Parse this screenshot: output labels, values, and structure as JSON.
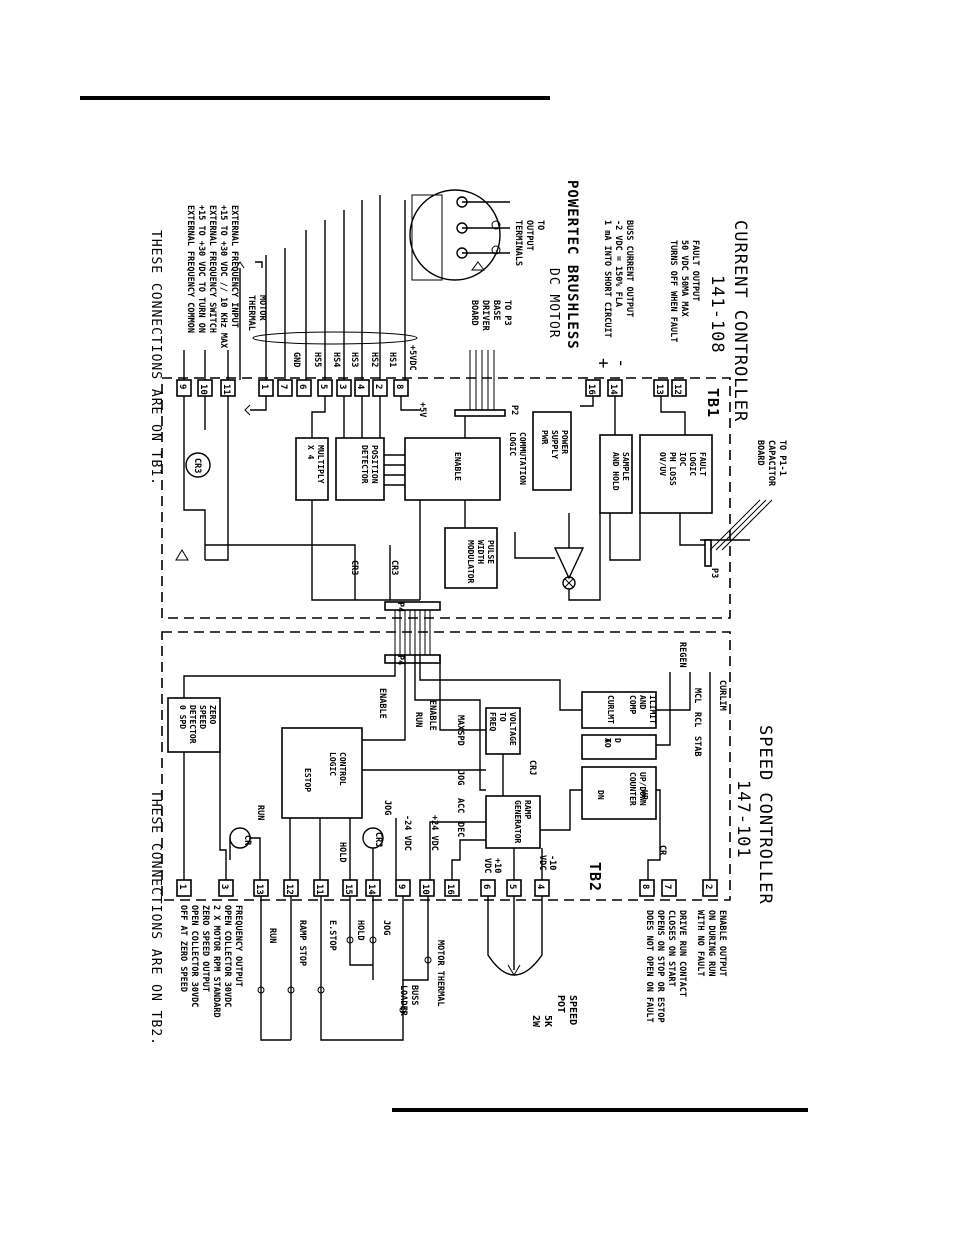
{
  "diagram": {
    "current_controller": {
      "title": "CURRENT CONTROLLER",
      "model": "141-108",
      "terminal_block": "TB1",
      "footer_note": "THESE CONNECTIONS ARE ON TB1.",
      "blocks": {
        "fault_logic": [
          "FAULT",
          "LOGIC",
          "IOC",
          "PH LOSS",
          "OV/UV"
        ],
        "sample_hold": [
          "SAMPLE",
          "AND HOLD"
        ],
        "power_supply": [
          "POWER",
          "SUPPLY",
          "PWR"
        ],
        "commutation": [
          "COMMUTATION",
          "LOGIC"
        ],
        "enable": "ENABLE",
        "pwm": [
          "PULSE",
          "WIDTH",
          "MODULATOR"
        ],
        "position": [
          "POSITION",
          "DETECTOR"
        ],
        "multiply": [
          "MULTIPLY",
          "X 4"
        ]
      },
      "external_labels": {
        "fault_output": [
          "FAULT OUTPUT",
          "50 VDC 50MA MAX",
          "TURNS OFF WHEN FAULT"
        ],
        "buss_current": [
          "BUSS CURRENT OUTPUT",
          "-2 VDC = 150% FLA",
          "1 mA INTO SHORT CIRCUIT"
        ],
        "to_output": [
          "TO",
          "OUTPUT",
          "TERMINALS"
        ],
        "motor_name": [
          "POWERTEC BRUSHLESS",
          "DC MOTOR"
        ],
        "to_p3": [
          "TO P3",
          "BASE",
          "DRIVER",
          "BOARD"
        ],
        "to_p1": [
          "TO P1-1",
          "CAPACITOR",
          "BOARD"
        ],
        "motor_thermal": [
          "MOTOR",
          "THERMAL"
        ],
        "ext_freq": [
          "EXTERNAL FREQUENCY INPUT",
          "+15 TO +30 VDC // 10 KHz MAX",
          "EXTERNAL FREQUENCY SWITCH",
          "+15 TO +30 VDC TO TURN ON",
          "EXTERNAL FREQUENCY COMMON"
        ]
      },
      "signals": [
        "+5VDC",
        "HS1",
        "HS2",
        "HS3",
        "HS4",
        "HS5",
        "GND",
        "+5V",
        "CR3",
        "CR3",
        "CR3",
        "P2",
        "P3",
        "P4",
        "-",
        "+"
      ],
      "terminals": [
        "12",
        "13",
        "14",
        "16",
        "8",
        "2",
        "4",
        "3",
        "6",
        "5",
        "7",
        "1",
        "11",
        "10",
        "9"
      ]
    },
    "speed_controller": {
      "title": "SPEED CONTROLLER",
      "model": "147-101",
      "terminal_block": "TB2",
      "footer_note": "THESE CONNECTIONS ARE ON TB2.",
      "blocks": {
        "ilimit": [
          "ILIMIT",
          "AND",
          "COMP",
          "CURLMT"
        ],
        "dtoa": [
          "D",
          "TO",
          "A"
        ],
        "updown": [
          "UP/DOWN",
          "COUNTER",
          "UP",
          "DN"
        ],
        "vtof": [
          "VOLTAGE",
          "TO",
          "FREQ"
        ],
        "ramp": [
          "RAMP",
          "GENERATOR"
        ],
        "control": [
          "CONTROL",
          "LOGIC",
          "ESTOP"
        ],
        "zero_speed": [
          "ZERO",
          "SPEED",
          "DETECTOR",
          "0 SPD"
        ]
      },
      "signals": [
        "CURLIM",
        "MCL",
        "RCL",
        "STAB",
        "REGEN",
        "ENABLE",
        "ENABLE",
        "RUN",
        "MAXSPD",
        "JOG",
        "ACC",
        "DEC",
        "CRJ",
        "RUN",
        "CR",
        "JOG",
        "CRJ",
        "HOLD",
        "-24 VDC",
        "+24 VDC",
        "+10",
        "VDC",
        "-10",
        "VDC",
        "CR",
        "P4"
      ],
      "terminals": [
        "2",
        "7",
        "8",
        "4",
        "5",
        "6",
        "16",
        "10",
        "9",
        "14",
        "15",
        "11",
        "12",
        "13",
        "3",
        "1"
      ],
      "external_labels": {
        "enable_output": [
          "ENABLE OUTPUT",
          "ON DURING RUN",
          "WITH NO FAULT"
        ],
        "drive_run": [
          "DRIVE RUN CONTACT",
          "CLOSES ON START",
          "OPENS ON STOP OR ESTOP",
          "DOES NOT OPEN ON FAULT"
        ],
        "speed_pot": [
          "SPEED",
          "POT",
          "5K",
          "2W"
        ],
        "motor_thermal": [
          "MOTOR THERMAL"
        ],
        "buss_loader": [
          "BUSS",
          "LOADER"
        ],
        "jog": "JOG",
        "hold": "HOLD",
        "estop": "E.STOP",
        "ramp_stop": "RAMP STOP",
        "run": "RUN",
        "freq_out": [
          "FREQUENCY OUTPUT",
          "OPEN COLLECTOR 30VDC",
          "2 X MOTOR RPM STANDARD",
          "ZERO SPEED OUTPUT",
          "OPEN COLLECTOR 30VDC",
          "OFF AT ZERO SPEED"
        ]
      }
    }
  }
}
